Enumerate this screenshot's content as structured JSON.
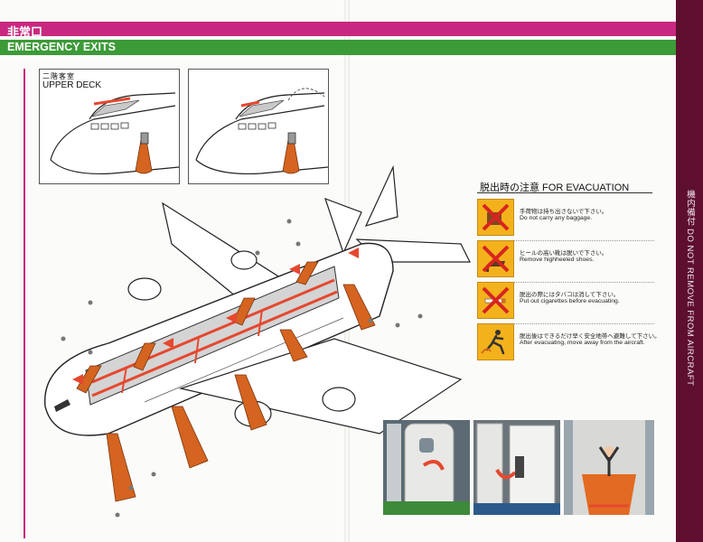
{
  "header": {
    "title_jp": "非常口",
    "title_en": "EMERGENCY EXITS"
  },
  "upper_deck": {
    "label_jp": "二階客室",
    "label_en": "UPPER DECK"
  },
  "evacuation": {
    "title": "脱出時の注意  FOR EVACUATION",
    "items": [
      {
        "jp": "手荷物は持ち出さないで下さい。",
        "en": "Do not carry any baggage.",
        "icon": "no-baggage-icon"
      },
      {
        "jp": "ヒールの高い靴は脱いで下さい。",
        "en": "Remove highheeled shoes.",
        "icon": "no-high-heels-icon"
      },
      {
        "jp": "脱出の際にはタバコは消して下さい。",
        "en": "Put out cigarettes before evacuating.",
        "icon": "no-smoking-icon"
      },
      {
        "jp": "脱出後はできるだけ早く安全地帯へ避難して下さい。",
        "en": "After evacuating, move away from the aircraft.",
        "icon": "run-away-icon"
      }
    ]
  },
  "side_strip": {
    "text": "機内備付  DO NOT REMOVE FROM AIRCRAFT"
  },
  "colors": {
    "magenta": "#c8287f",
    "green": "#3c9a37",
    "maroon": "#5e0f2f",
    "exit_red": "#e5482f",
    "slide_orange": "#d4641f",
    "icon_yellow": "#f3b21c"
  },
  "photos": [
    {
      "name": "door-closed-photo"
    },
    {
      "name": "door-opening-photo"
    },
    {
      "name": "slide-jump-photo"
    }
  ]
}
